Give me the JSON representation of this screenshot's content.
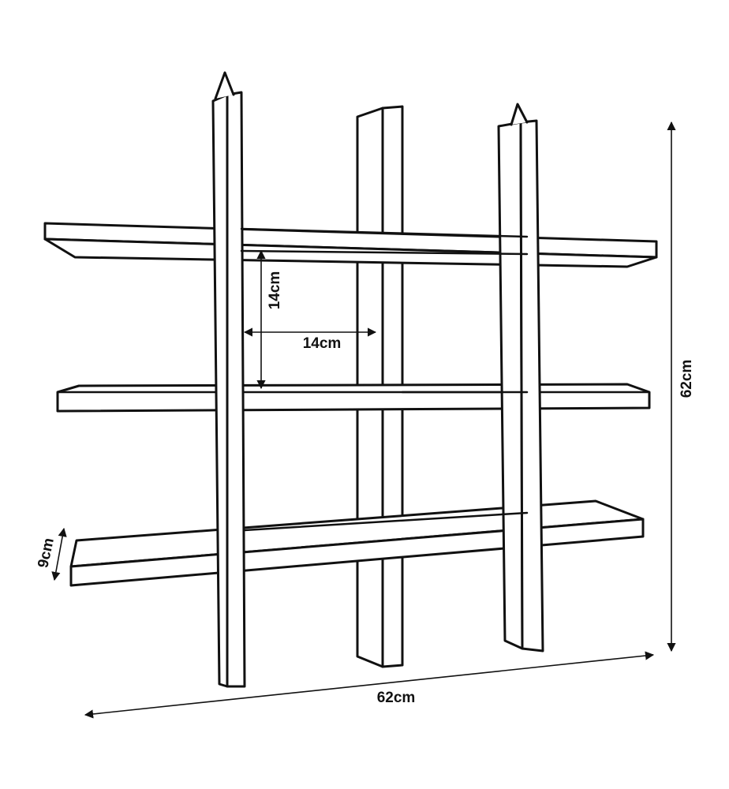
{
  "diagram": {
    "dimensions": {
      "overall_height": "62cm",
      "overall_width": "62cm",
      "shelf_spacing": "14cm",
      "post_spacing": "14cm",
      "shelf_depth": "9cm"
    },
    "colors": {
      "line": "#111111",
      "fill": "#ffffff"
    }
  }
}
